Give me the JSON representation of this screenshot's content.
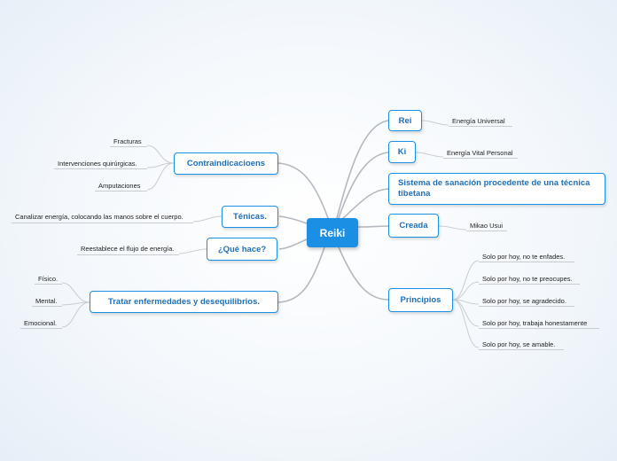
{
  "root": {
    "label": "Reiki"
  },
  "right_branches": [
    {
      "id": "rei",
      "label": "Rei",
      "leaves": [
        "Energía Universal"
      ]
    },
    {
      "id": "ki",
      "label": "Ki",
      "leaves": [
        "Energía Vital Personal"
      ]
    },
    {
      "id": "sistema",
      "label": "Sistema de sanación procedente de una técnica tibetana",
      "leaves": []
    },
    {
      "id": "creada",
      "label": "Creada",
      "leaves": [
        "Mikao Usui"
      ]
    },
    {
      "id": "principios",
      "label": "Principios",
      "leaves": [
        "Solo por hoy, no te enfades.",
        "Solo por hoy, no te preocupes.",
        "Solo por hoy, se agradecido.",
        "Solo por hoy, trabaja honestamente",
        "Solo por hoy, se amable."
      ]
    }
  ],
  "left_branches": [
    {
      "id": "contraindicaciones",
      "label": "Contraindicacioens",
      "leaves": [
        "Fracturas",
        "Intervenciones quirúrgicas.",
        "Amputaciones"
      ]
    },
    {
      "id": "tenicas",
      "label": "Ténicas.",
      "leaves": [
        "Canalizar energía, colocando las manos sobre el cuerpo."
      ]
    },
    {
      "id": "que-hace",
      "label": "¿Qué hace?",
      "leaves": [
        "Reestablece el flujo de energía."
      ]
    },
    {
      "id": "tratar",
      "label": "Tratar enfermedades y desequilibrios.",
      "leaves": [
        "Físico.",
        "Mental.",
        "Emocional."
      ]
    }
  ],
  "colors": {
    "accent": "#1a8fe3",
    "text": "#1f6fb8",
    "link": "#b4b9c0"
  }
}
